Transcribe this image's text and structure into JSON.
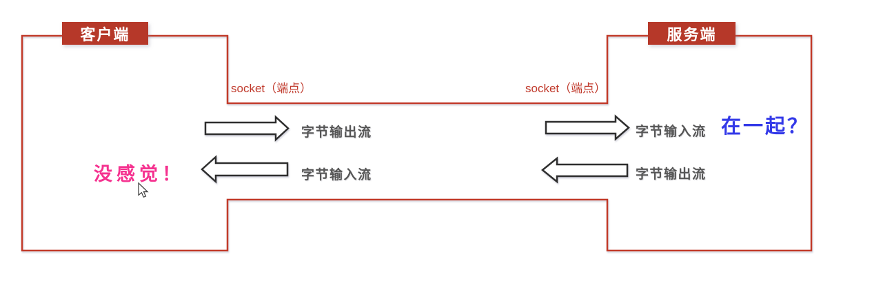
{
  "client": {
    "title": "客户端",
    "socket_label": "socket（端点）",
    "streams": [
      {
        "label": "字节输出流",
        "direction": "right"
      },
      {
        "label": "字节输入流",
        "direction": "left"
      }
    ]
  },
  "server": {
    "title": "服务端",
    "socket_label": "socket（端点）",
    "streams": [
      {
        "label": "字节输入流",
        "direction": "right"
      },
      {
        "label": "字节输出流",
        "direction": "left"
      }
    ]
  },
  "annotations": {
    "left_note": "没感觉！",
    "right_note": "在一起？"
  },
  "icons": {
    "cursor": "mouse-pointer-icon",
    "arrows": [
      "right-block-arrow",
      "left-block-arrow",
      "right-block-arrow",
      "left-block-arrow"
    ]
  },
  "colors": {
    "outline_red": "#c23b2a",
    "title_box_bg": "#b63829",
    "title_text": "#ffffff",
    "socket_label": "#c0392b",
    "stream_label": "#565656",
    "left_note_pink": "#f5318f",
    "right_note_blue": "#3339e8",
    "arrow_stroke": "#2e2e2e",
    "arrow_fill": "#ffffff"
  }
}
